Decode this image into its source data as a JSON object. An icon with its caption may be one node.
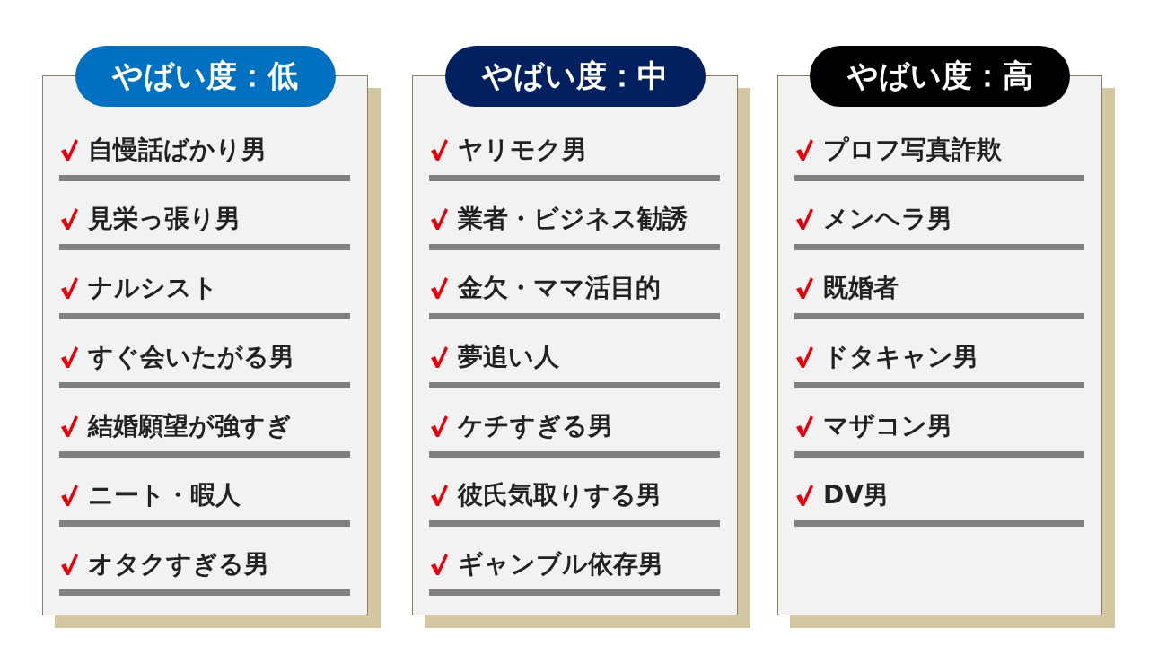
{
  "diagram": {
    "nodes": [
      {
        "text": [
          "やばい度：低",
          "自慢話ばかり男",
          "見栄っ張り男",
          "ナルシスト",
          "すぐ会いたがる男",
          "結婚願望が強すぎ",
          "ニート・暇人",
          "オタクすぎる男"
        ]
      },
      {
        "text": [
          "やばい度：中",
          "ヤリモク男",
          "業者・ビジネス勧誘",
          "金欠・ママ活目的",
          "夢追い人",
          "ケチすぎる男",
          "彼氏気取りする男",
          "ギャンブル依存男"
        ]
      },
      {
        "text": [
          "やばい度：高",
          "プロフ写真詐欺",
          "メンヘラ男",
          "既婚者",
          "ドタキャン男",
          "マザコン男",
          "DV男"
        ]
      }
    ]
  }
}
